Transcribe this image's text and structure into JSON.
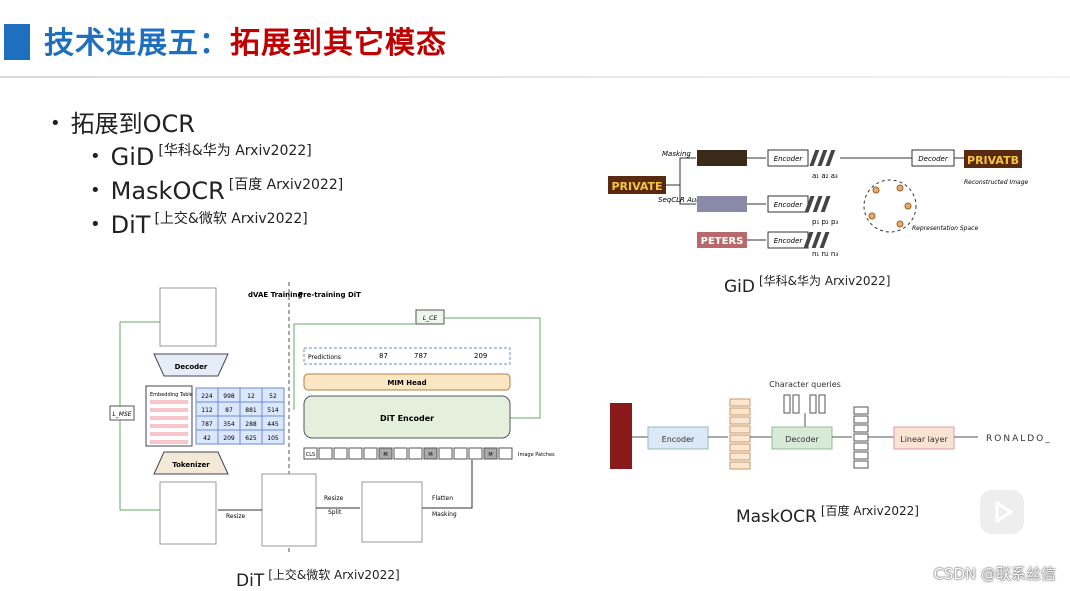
{
  "slide": {
    "title_prefix": "技术进展五：",
    "title_main": "拓展到其它模态"
  },
  "bullets": {
    "level1": "拓展到OCR",
    "items": [
      {
        "name": "GiD",
        "ref": "[华科&华为 Arxiv2022]"
      },
      {
        "name": "MaskOCR",
        "ref": "[百度 Arxiv2022]"
      },
      {
        "name": "DiT",
        "ref": "[上交&微软 Arxiv2022]"
      }
    ]
  },
  "figures": {
    "gid": {
      "caption_name": "GiD",
      "caption_ref": "[华科&华为 Arxiv2022]",
      "input_word": "PRIVATE",
      "output_word": "PRIVATB",
      "label_masking": "Masking",
      "label_seqclr": "SeqCLR Aug",
      "encoder": "Encoder",
      "decoder": "Decoder",
      "reconstructed": "Reconstructed Image",
      "rep_space": "Representation Space",
      "tokens_a": "a₁ a₂ a₃",
      "tokens_p": "p₁ p₂ p₃",
      "tokens_n": "n₁ n₂ n₃",
      "neg_word": "PETERS"
    },
    "maskocr": {
      "caption_name": "MaskOCR",
      "caption_ref": "[百度 Arxiv2022]",
      "char_queries": "Character queries",
      "encoder": "Encoder",
      "decoder": "Decoder",
      "linear": "Linear layer",
      "output": "RONALDO_"
    },
    "dit": {
      "caption_name": "DiT",
      "caption_ref": "[上交&微软 Arxiv2022]",
      "dvae_title": "dVAE Training",
      "pretrain_title": "Pre-training DiT",
      "decoder": "Decoder",
      "tokenizer": "Tokenizer",
      "embedding_table": "Embedding Table",
      "lmse": "L_MSE",
      "lce": "L_CE",
      "predictions": "Predictions",
      "pred_values": [
        "87",
        "787",
        "209"
      ],
      "mim_head": "MIM Head",
      "dit_encoder": "DiT Encoder",
      "image_patches": "Image Patches",
      "resize": "Resize",
      "resize_split": "Resize",
      "split": "Split",
      "flatten": "Flatten",
      "masking": "Masking",
      "grid": [
        [
          "224",
          "998",
          "12",
          "52"
        ],
        [
          "112",
          "87",
          "881",
          "514"
        ],
        [
          "787",
          "354",
          "288",
          "445"
        ],
        [
          "42",
          "209",
          "625",
          "105"
        ]
      ],
      "cls_token": "CLS",
      "mask_token": "M"
    }
  },
  "watermark": "CSDN @联系丝信"
}
